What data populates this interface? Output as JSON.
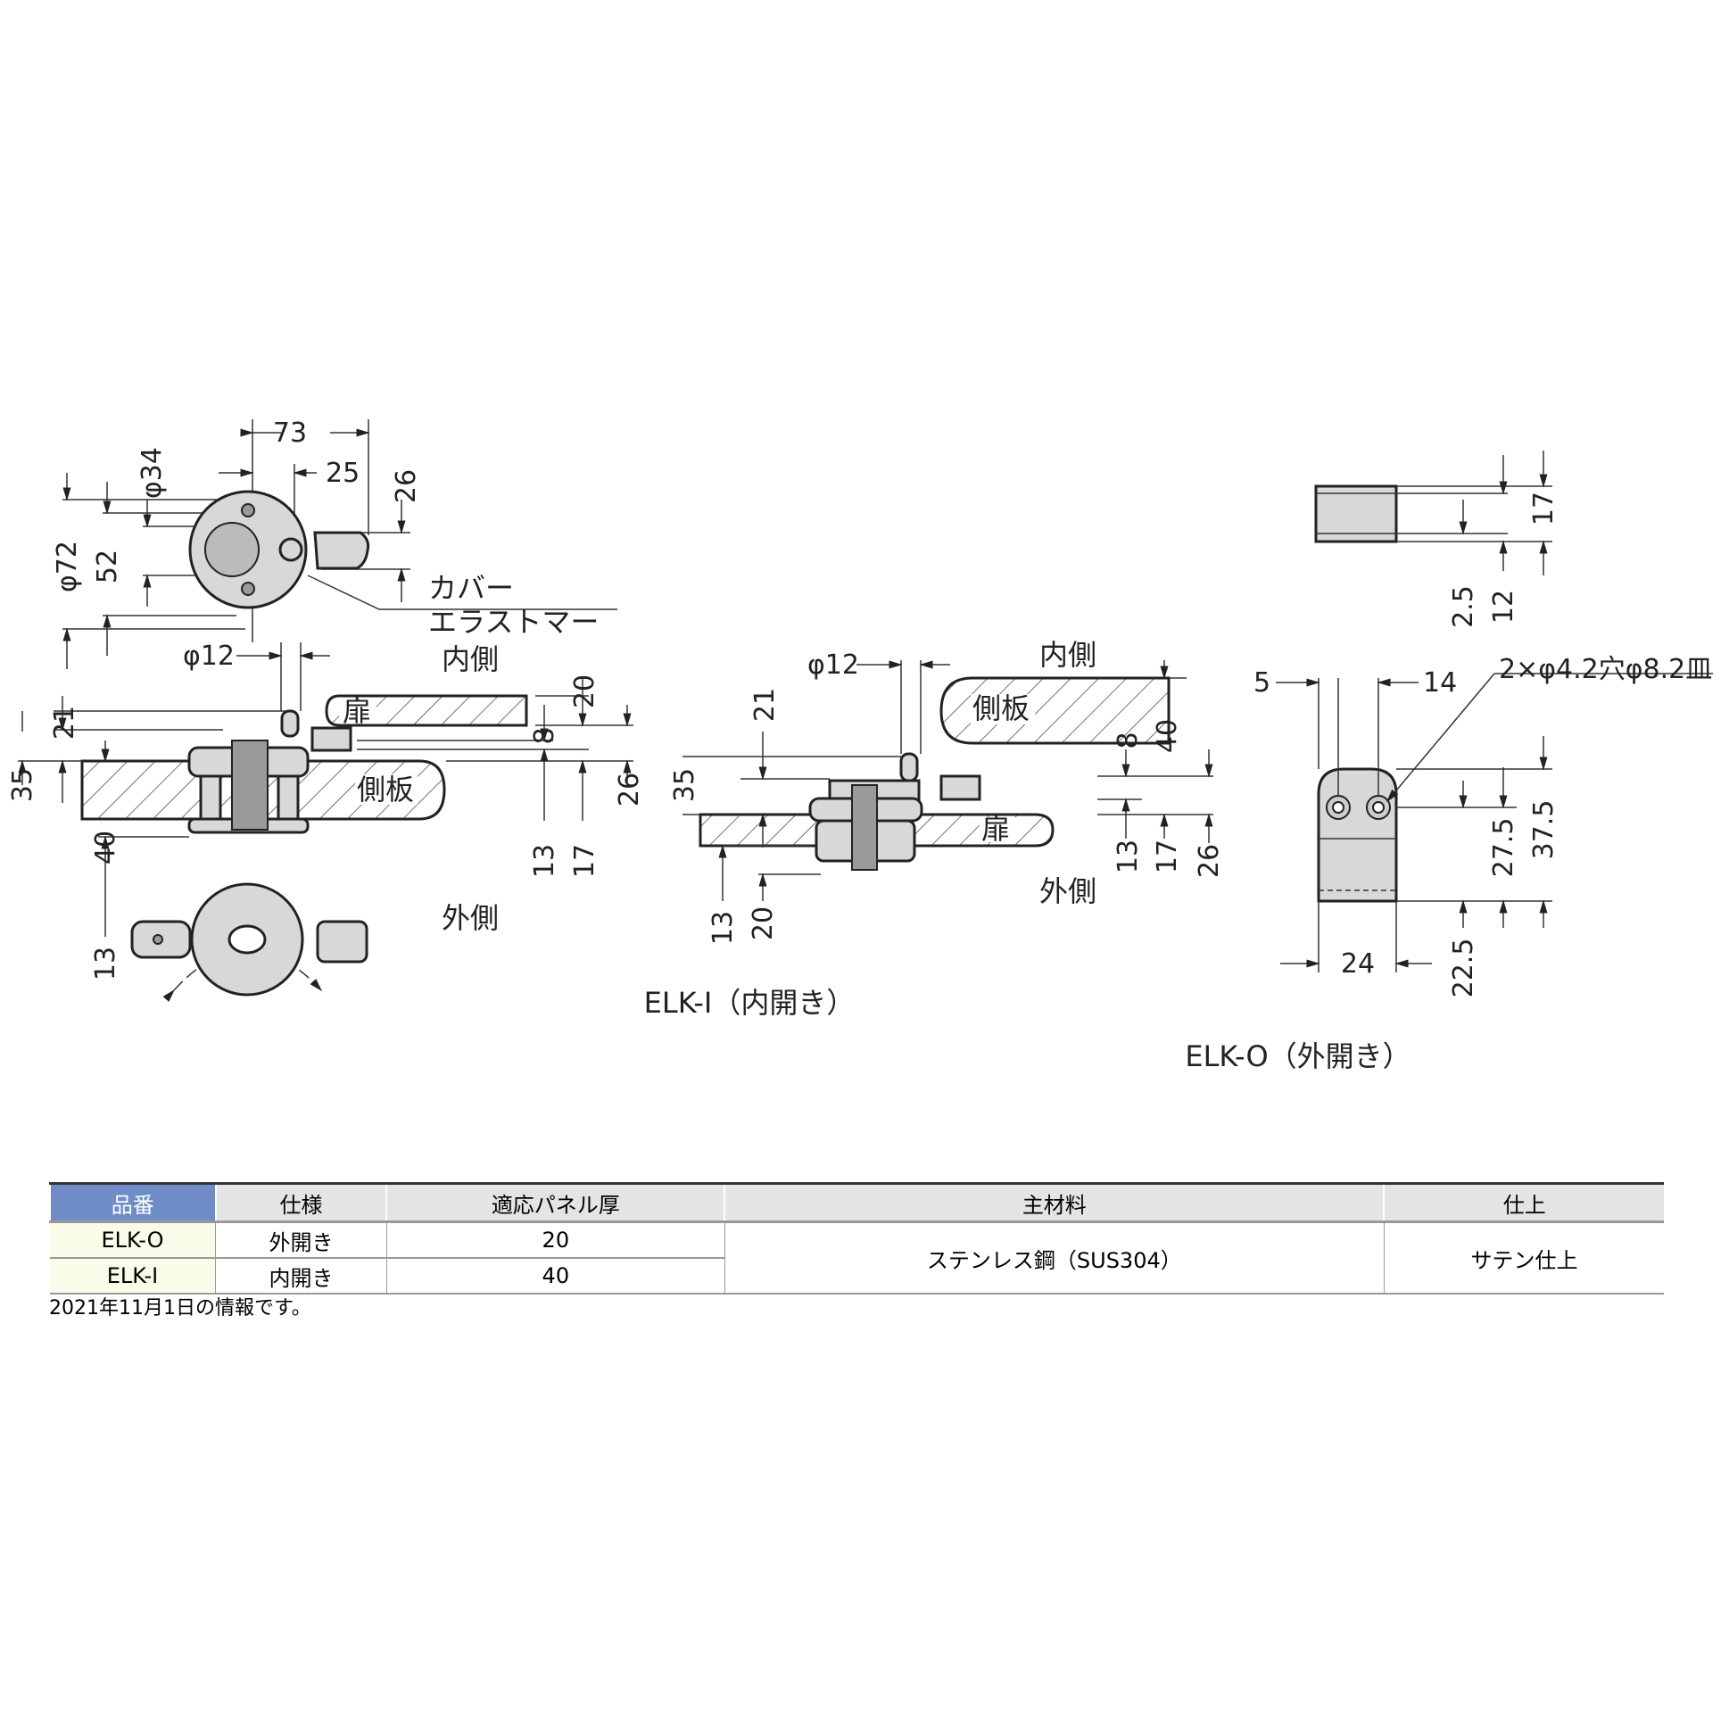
{
  "drawing": {
    "left_view": {
      "dims": {
        "d73": "73",
        "d25": "25",
        "d26": "26",
        "phi34": "φ34",
        "phi72": "φ72",
        "d52": "52",
        "phi12": "φ12",
        "d35": "35",
        "d21": "21",
        "d40": "40",
        "d13a": "13",
        "d8": "8",
        "d20": "20",
        "d26b": "26",
        "d13b": "13",
        "d17": "17"
      },
      "labels": {
        "cover_line1": "カバー",
        "cover_line2": "エラストマー",
        "inside": "内側",
        "outside": "外側",
        "door": "扉",
        "side_panel": "側板"
      }
    },
    "middle_view": {
      "dims": {
        "phi12": "φ12",
        "d21": "21",
        "d35": "35",
        "d8": "8",
        "d40": "40",
        "d13a": "13",
        "d20": "20",
        "d13b": "13",
        "d17": "17",
        "d26": "26"
      },
      "labels": {
        "inside": "内側",
        "outside": "外側",
        "door": "扉",
        "side_panel": "側板"
      },
      "caption": "ELK-I（内開き）"
    },
    "right_view": {
      "dims": {
        "d17": "17",
        "d2_5": "2.5",
        "d12": "12",
        "d5": "5",
        "d14": "14",
        "holes": "2×φ4.2穴φ8.2皿",
        "d37_5": "37.5",
        "d27_5": "27.5",
        "d24": "24",
        "d22_5": "22.5"
      },
      "caption": "ELK-O（外開き）"
    }
  },
  "table": {
    "headers": [
      "品番",
      "仕様",
      "適応パネル厚",
      "主材料",
      "仕上"
    ],
    "rows": [
      {
        "model": "ELK-O",
        "spec": "外開き",
        "panel": "20"
      },
      {
        "model": "ELK-I",
        "spec": "内開き",
        "panel": "40"
      }
    ],
    "material": "ステンレス鋼（SUS304）",
    "finish": "サテン仕上"
  },
  "note": "2021年11月1日の情報です。",
  "colors": {
    "header_accent": "#6f8cc6",
    "model_cell": "#fbfbe9",
    "header_gray": "#e4e4e4"
  }
}
